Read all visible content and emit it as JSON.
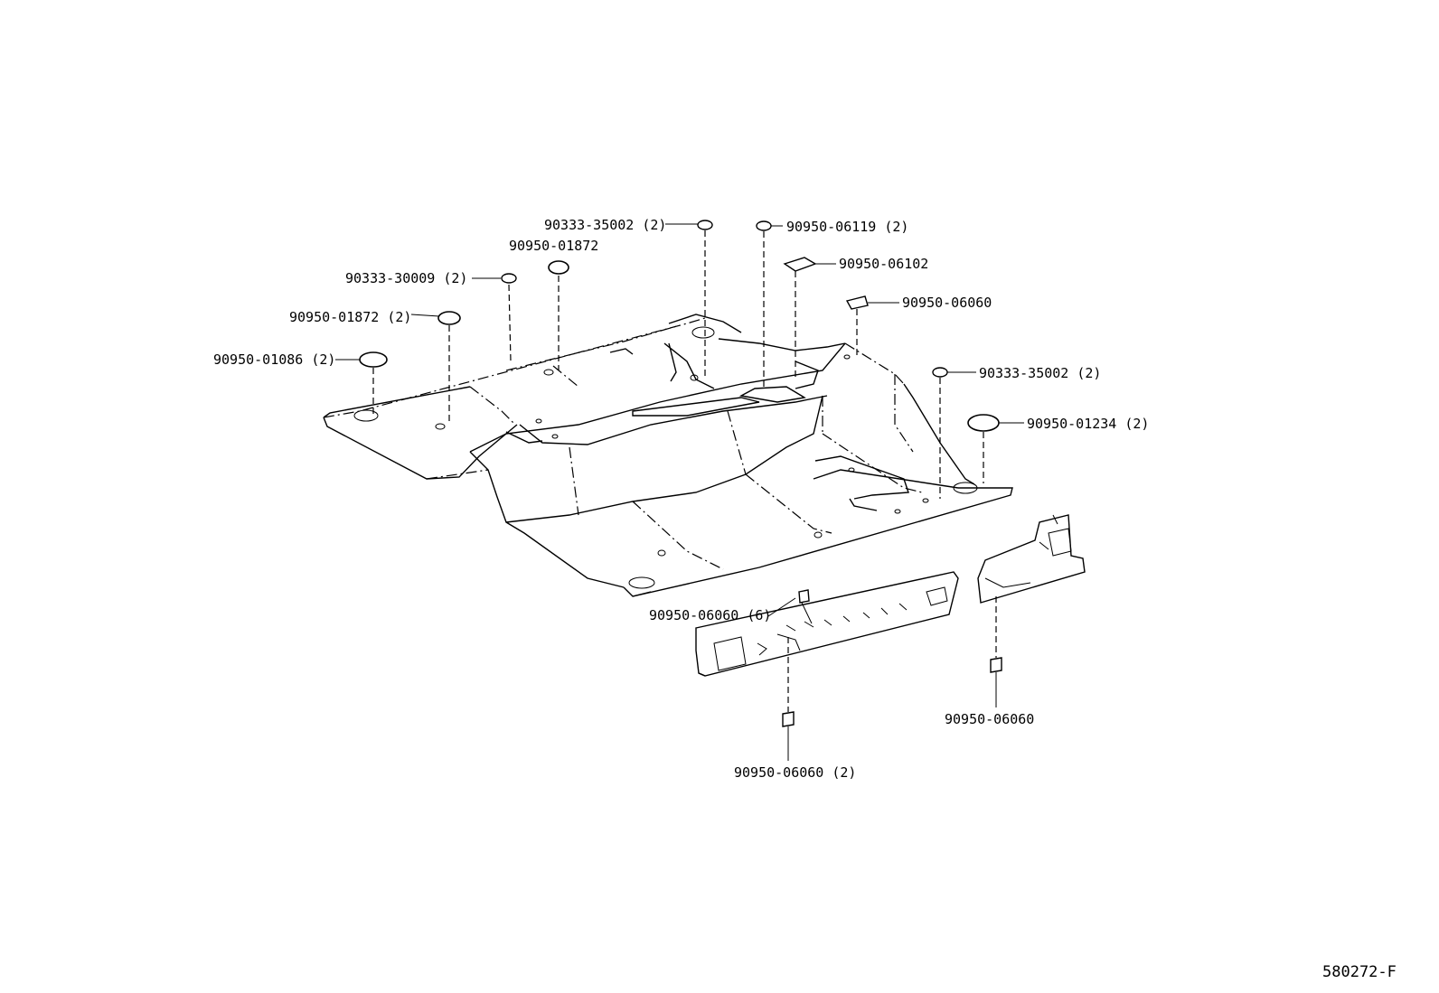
{
  "diagram": {
    "callouts": [
      {
        "id": "c1",
        "text": "90333-35002 (2)"
      },
      {
        "id": "c2",
        "text": "90950-06119 (2)"
      },
      {
        "id": "c3",
        "text": "90950-01872"
      },
      {
        "id": "c4",
        "text": "90950-06102"
      },
      {
        "id": "c5",
        "text": "90333-30009 (2)"
      },
      {
        "id": "c6",
        "text": "90950-06060"
      },
      {
        "id": "c7",
        "text": "90950-01872 (2)"
      },
      {
        "id": "c8",
        "text": "90950-01086 (2)"
      },
      {
        "id": "c9",
        "text": "90333-35002 (2)"
      },
      {
        "id": "c10",
        "text": "90950-01234 (2)"
      },
      {
        "id": "c11",
        "text": "90950-06060 (6)"
      },
      {
        "id": "c12",
        "text": "90950-06060"
      },
      {
        "id": "c13",
        "text": "90950-06060 (2)"
      }
    ],
    "figure_code": "580272-F"
  }
}
